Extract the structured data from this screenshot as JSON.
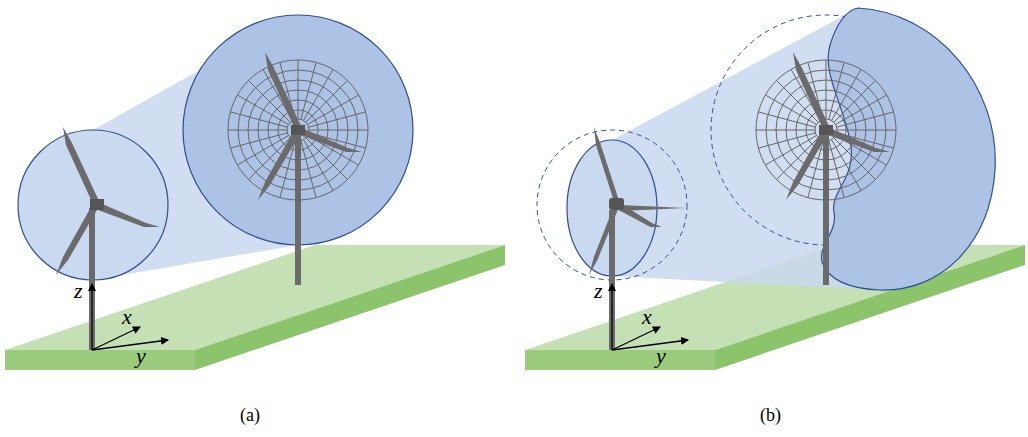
{
  "diagram": {
    "labels": [
      "z",
      "x",
      "y",
      "(a)",
      "z",
      "x",
      "y",
      "(b)"
    ]
  }
}
